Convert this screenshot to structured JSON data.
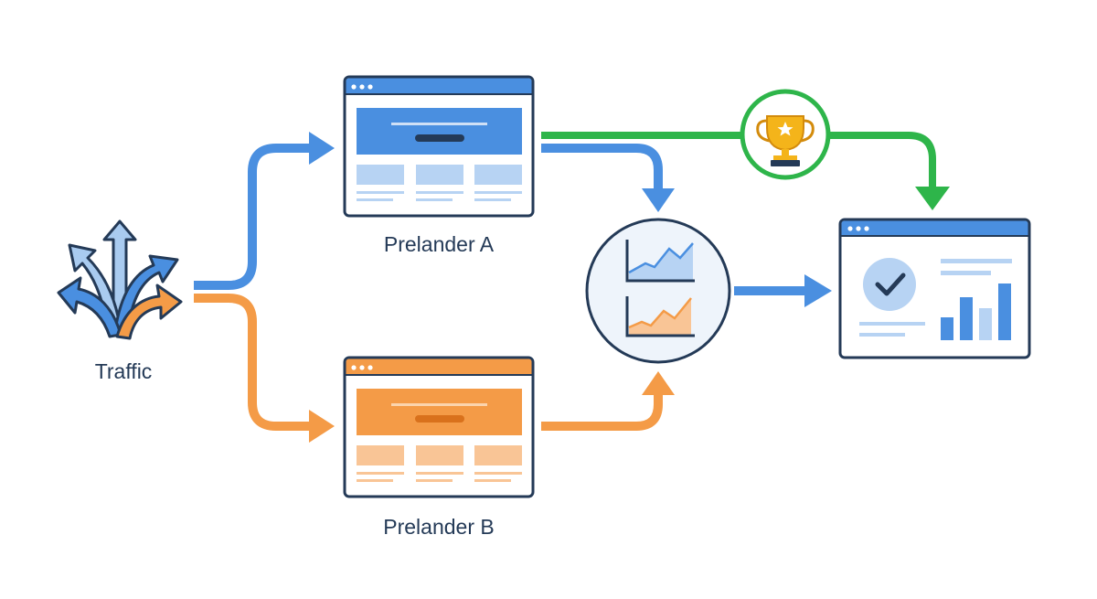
{
  "labels": {
    "traffic": "Traffic",
    "prelander_a": "Prelander A",
    "prelander_b": "Prelander B"
  },
  "colors": {
    "blue": "#4a8fe0",
    "orange": "#f49b47",
    "green": "#2eb54a",
    "navy": "#243a57",
    "gold": "#f4b41a"
  },
  "icons": {
    "traffic": "diverging-arrows-icon",
    "compare": "comparison-charts-icon",
    "winner": "trophy-icon",
    "result": "analytics-dashboard-icon"
  }
}
